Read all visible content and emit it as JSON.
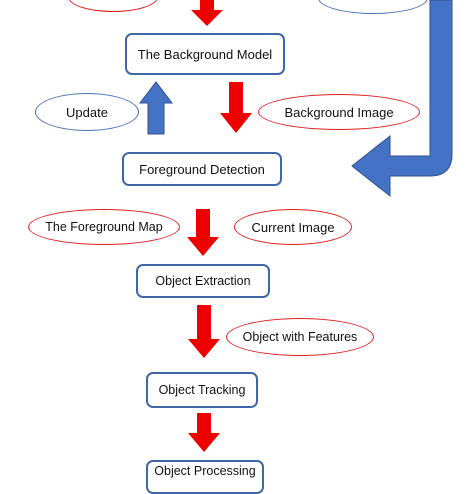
{
  "diagram": {
    "colors": {
      "box_border": "#3f67a8",
      "red_arrow": "#ee0000",
      "blue_arrow": "#4472c4",
      "red_ellipse": "#e11f1f",
      "blue_ellipse": "#4a72b8"
    },
    "boxes": {
      "background_model": "The Background Model",
      "foreground_detection": "Foreground Detection",
      "object_extraction": "Object Extraction",
      "object_tracking": "Object Tracking",
      "object_processing": "Object Processing"
    },
    "labels": {
      "update": "Update",
      "background_image": "Background Image",
      "foreground_map": "The Foreground Map",
      "current_image": "Current Image",
      "object_with_features": "Object with Features"
    }
  }
}
